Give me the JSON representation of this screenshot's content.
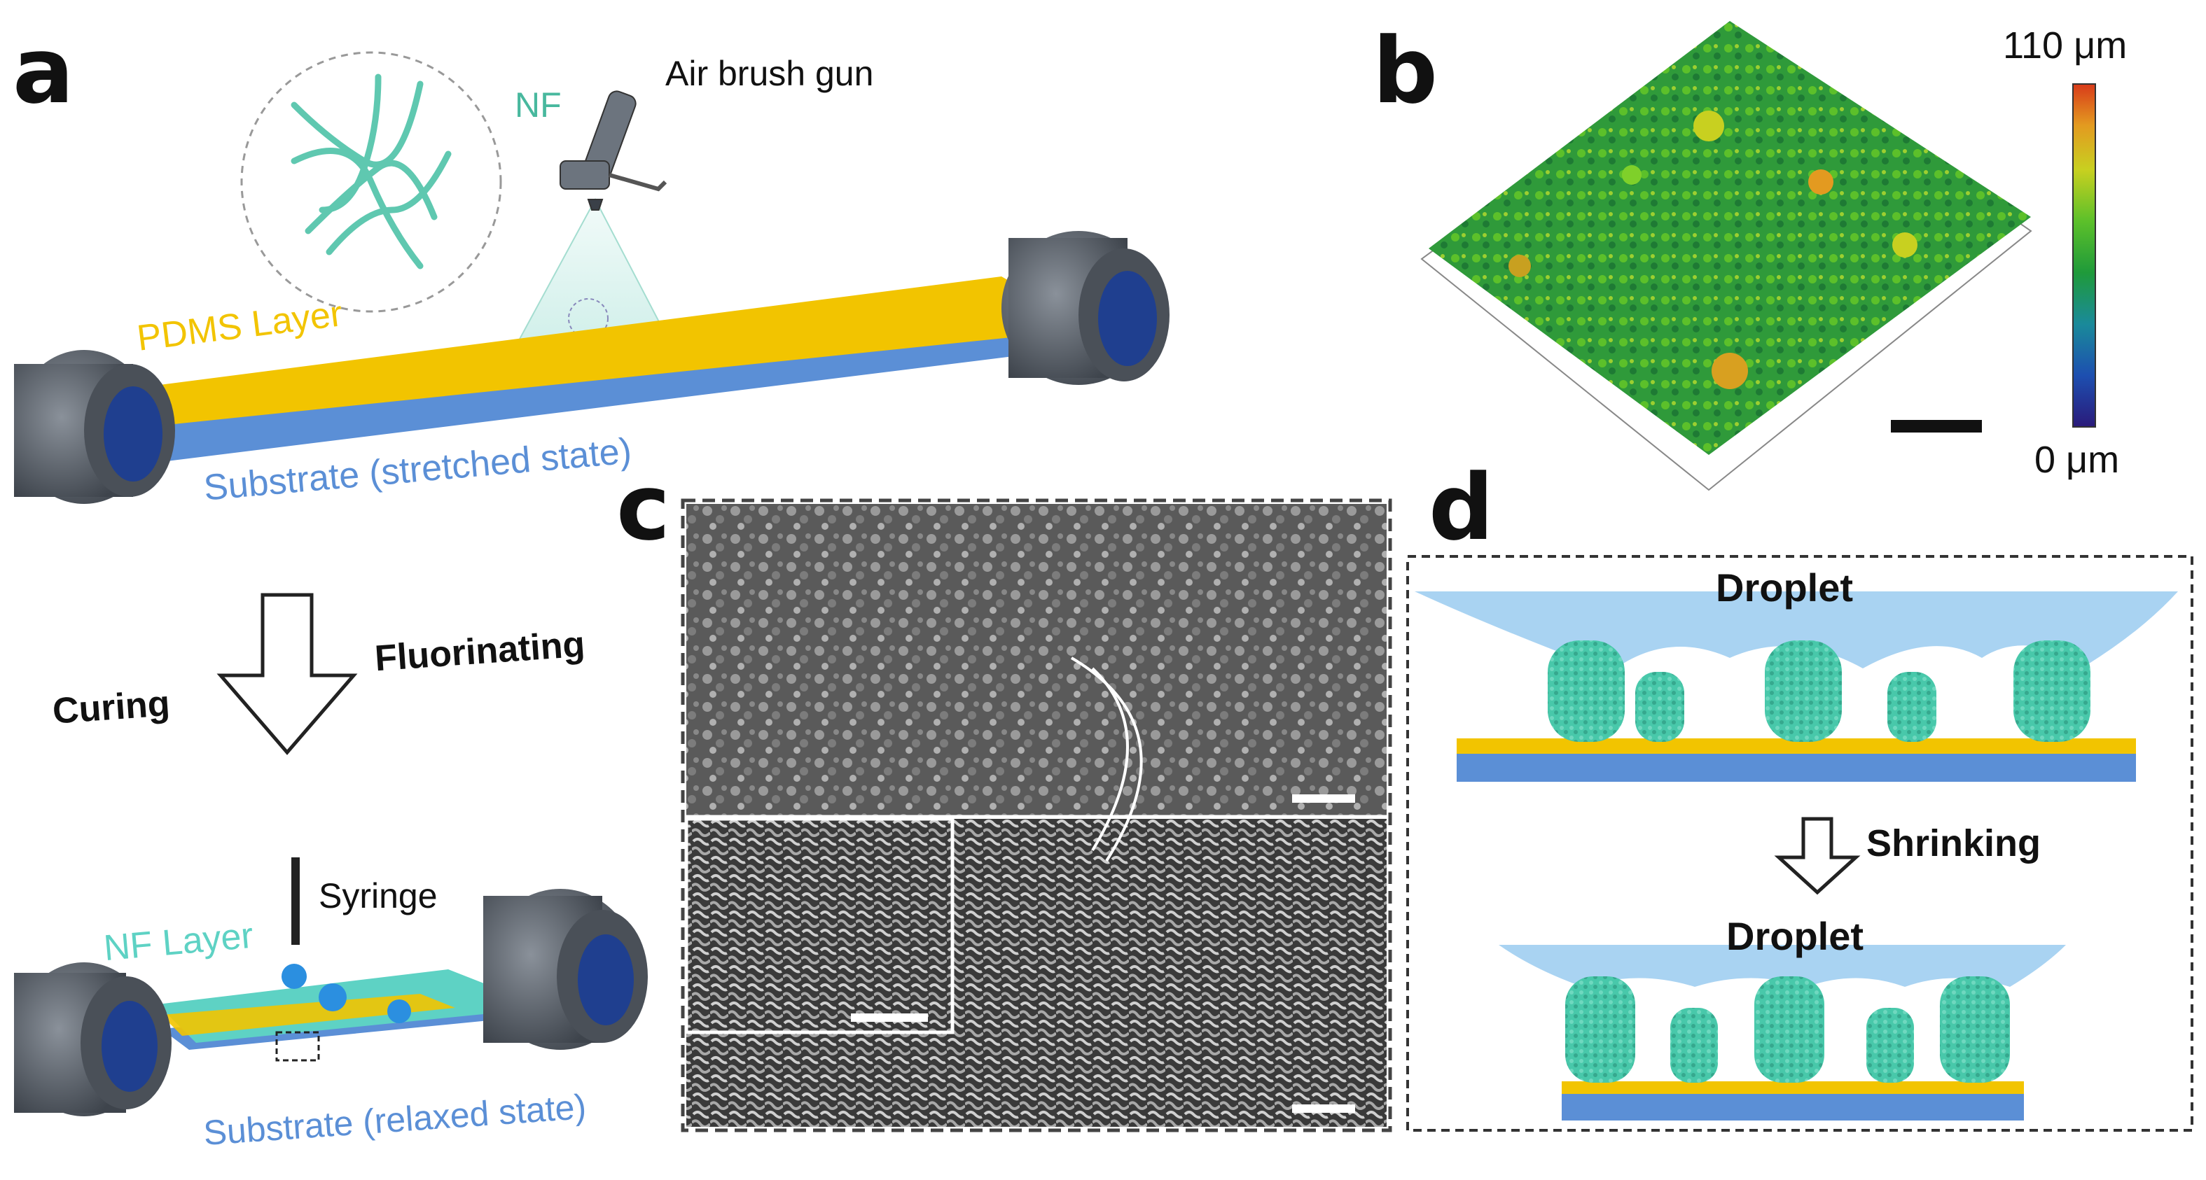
{
  "panels": {
    "a": "a",
    "b": "b",
    "c": "c",
    "d": "d"
  },
  "panel_a": {
    "nf": "NF",
    "air_brush": "Air brush gun",
    "pdms_layer": "PDMS Layer",
    "substrate_stretched": "Substrate (stretched state)",
    "curing": "Curing",
    "fluorinating": "Fluorinating",
    "syringe": "Syringe",
    "nf_layer": "NF Layer",
    "substrate_relaxed": "Substrate (relaxed state)"
  },
  "panel_b": {
    "scale_max": "110 μm",
    "scale_min": "0 μm",
    "colormap": [
      "#2a1a7a",
      "#1d4fb0",
      "#1a8a9a",
      "#1f9a3a",
      "#5cc02a",
      "#c8d020",
      "#e39a20",
      "#d83a1a"
    ]
  },
  "panel_d": {
    "droplet_top": "Droplet",
    "shrinking": "Shrinking",
    "droplet_bottom": "Droplet"
  },
  "colors": {
    "pdms_yellow": "#f2c400",
    "substrate_blue": "#5b8fd6",
    "nf_teal": "#48c8aa",
    "droplet_blue": "#a9d3f2",
    "roller_gray": "#5c6470"
  }
}
